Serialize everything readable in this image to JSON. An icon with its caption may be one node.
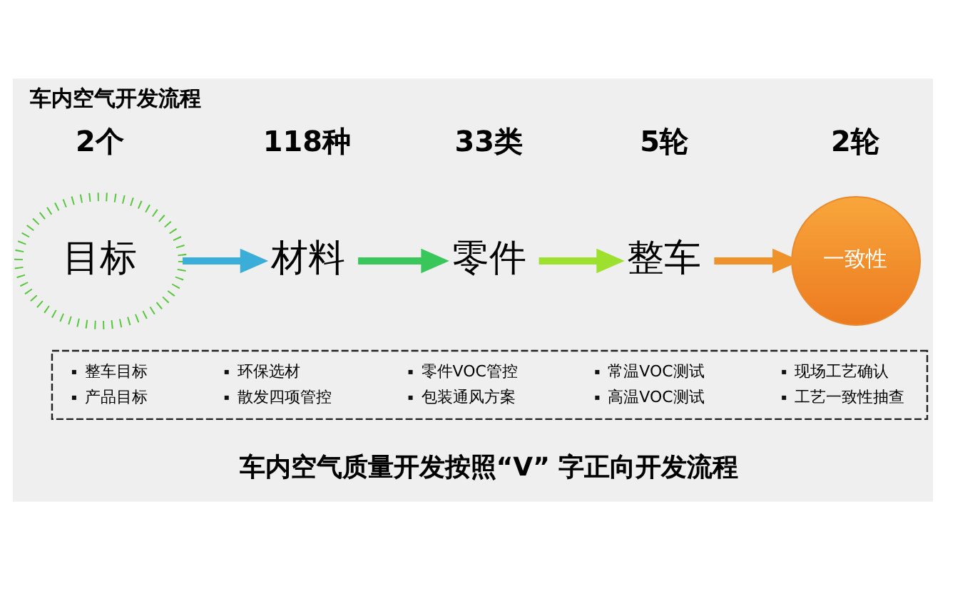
{
  "diagram": {
    "title": "车内空气开发流程",
    "caption": "车内空气质量开发按照“V” 字正向开发流程",
    "nodes": [
      {
        "text": [
          "目标"
        ],
        "beside": [
          "2个"
        ]
      },
      {
        "text": [
          "材料"
        ],
        "beside": [
          "118种"
        ]
      },
      {
        "text": [
          "零件"
        ],
        "beside": [
          "33类"
        ]
      },
      {
        "text": [
          "整车"
        ],
        "beside": [
          "5轮"
        ]
      },
      {
        "text": [
          "一致性"
        ],
        "beside": [
          "2轮"
        ]
      },
      {
        "text": [
          "整车目标",
          "产品目标",
          "环保选材",
          "散发四项管控",
          "零件VOC管控",
          "包装通风方案",
          "常温VOC测试",
          "高温VOC测试",
          "现场工艺确认",
          "工艺一致性抽查"
        ]
      }
    ],
    "edges": [
      {
        "from": 0,
        "to": 1,
        "arrow": "to",
        "color": "#3aaed8"
      },
      {
        "from": 1,
        "to": 2,
        "arrow": "to",
        "color": "#39c75c"
      },
      {
        "from": 2,
        "to": 3,
        "arrow": "to",
        "color": "#9ee02e"
      },
      {
        "from": 3,
        "to": 4,
        "arrow": "to",
        "color": "#f0922b"
      }
    ]
  }
}
